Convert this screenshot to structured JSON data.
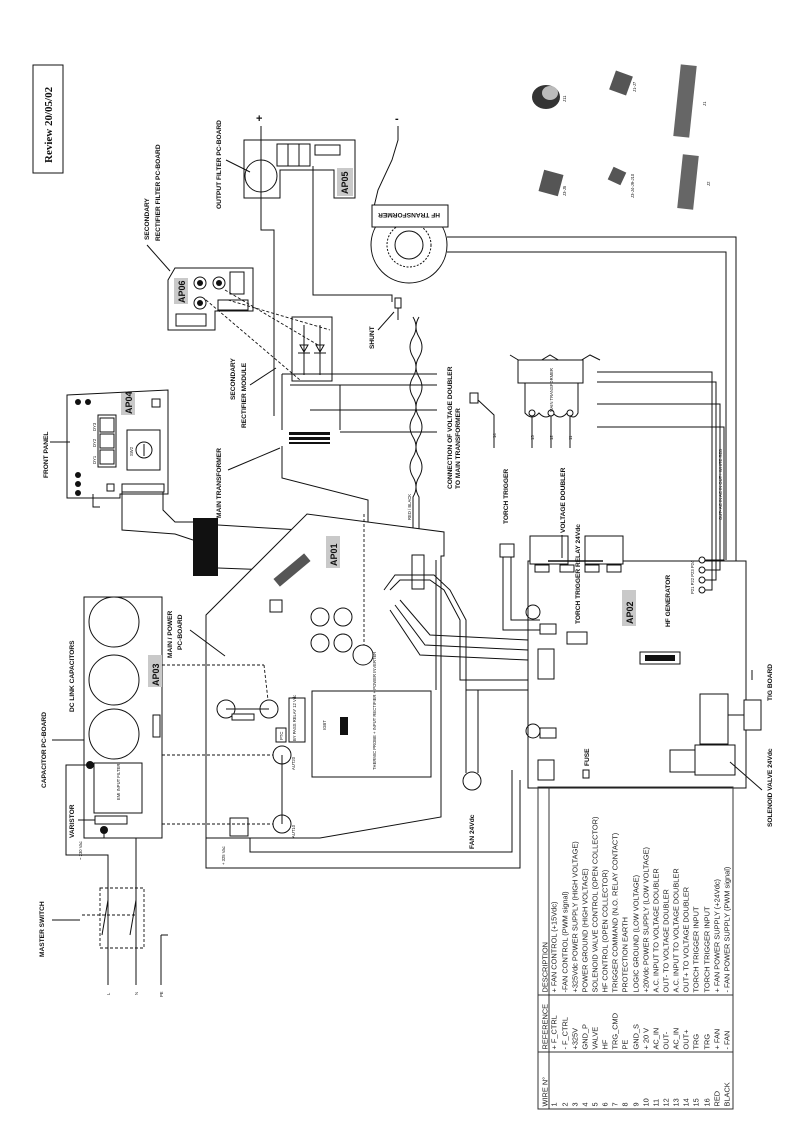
{
  "review": "Review 20/05/02",
  "labels": {
    "output_filter": "OUTPUT FILTER PC-BOARD",
    "sec_rect_filter_1": "SECONDARY",
    "sec_rect_filter_2": "RECTIFIER FILTER PC-BOARD",
    "front_panel": "FRONT PANEL",
    "main_transformer": "MAIN TRANSFORMER",
    "sec_rect_module_1": "SECONDARY",
    "sec_rect_module_2": "RECTIFIER MODULE",
    "shunt": "SHUNT",
    "conn_vd_1": "CONNECTION OF VOLTAGE DOUBLER",
    "conn_vd_2": "TO MAIN TRANSFORMER",
    "main_power_1": "MAIN / POWER",
    "main_power_2": "PC-BOARD",
    "capacitor_board": "CAPACITOR PC-BOARD",
    "dc_link": "DC LINK CAPACITORS",
    "varistor": "VARISTOR",
    "master_switch": "MASTER SWITCH",
    "hf_transformer": "HF TRANSFORMER",
    "voltage_doubler": "VOLTAGE DOUBLER",
    "torch_trigger": "TORCH TRIGGER",
    "torch_trigger_relay": "TORCH TRIGGER RELAY 24Vdc",
    "hf_generator": "HF GENERATOR",
    "tig_board": "TIG BOARD",
    "solenoid_valve": "SOLENOID VALVE 24Vdc",
    "fan": "FAN 24Vdc",
    "fuse": "FUSE",
    "main_transformer_small": "MAIN TRANSFORMER",
    "emi_filter": "EMI INPUT FILTER",
    "igbt_block": "THERMIC PROBE + INPUT RECTIFIER + POWER INVERTER",
    "igbt": "IGBT",
    "v230": "~ 230 Vac",
    "v325": "+ 325 Vac",
    "aut10": "AUT10",
    "aut20": "AUT20",
    "red_black": "RED / BLACK",
    "plus": "+",
    "minus": "-",
    "l": "L",
    "n": "N",
    "pe": "PE",
    "ptc": "PTC",
    "bypass": "BY PASS RELAY 12 Vdc",
    "out_labels": "OUT- AC IN AC IN OUT+ WHITE RED",
    "p_labels": "P21 P22 P23 P24",
    "w13": "13",
    "w12": "12",
    "w11": "11",
    "w14": "14",
    "j11": "J11",
    "j1j7": "J1-J7",
    "j1": "J1",
    "j3j5": "J3-J5",
    "j3j4": "J3-J4-J9-J10",
    "j2": "J2",
    "dy1": "DY1",
    "dy2": "DY2",
    "dy3": "DY3",
    "sw2": "SW2"
  },
  "boards": {
    "ap01": "AP01",
    "ap02": "AP02",
    "ap03": "AP03",
    "ap04": "AP04",
    "ap05": "AP05",
    "ap06": "AP06"
  },
  "wire_table": {
    "headers": {
      "wire": "WIRE N°",
      "reference": "REFERENCE",
      "description": "DESCRIPTION"
    },
    "rows": [
      {
        "wire": "1",
        "reference": "+ F_CTRL",
        "description": "+ FAN CONTROL (+15Vdc)"
      },
      {
        "wire": "2",
        "reference": "- F_CTRL",
        "description": "-FAN CONTROL (PWM signal)"
      },
      {
        "wire": "3",
        "reference": "+325V",
        "description": "+325Vdc POWER SUPPLY (HIGH VOLTAGE)"
      },
      {
        "wire": "4",
        "reference": "GND_P",
        "description": "POWER GROUND (HIGH VOLTAGE)"
      },
      {
        "wire": "5",
        "reference": "VALVE",
        "description": "SOLENOID VALVE CONTROL (OPEN COLLECTOR)"
      },
      {
        "wire": "6",
        "reference": "HF",
        "description": "HF CONTROL (OPEN COLLECTOR)"
      },
      {
        "wire": "7",
        "reference": "TRG_CMD",
        "description": "TRIGGER COMMAND (N.O. RELAY CONTACT)"
      },
      {
        "wire": "8",
        "reference": "PE",
        "description": "PROTECTION EARTH"
      },
      {
        "wire": "9",
        "reference": "GND_S",
        "description": "LOGIC GROUND (LOW VOLTAGE)"
      },
      {
        "wire": "10",
        "reference": "+ 20 V",
        "description": "+20Vdc POWER SUPPLY (LOW VOLTAGE)"
      },
      {
        "wire": "11",
        "reference": "AC_IN",
        "description": "A.C. INPUT TO VOLTAGE DOUBLER"
      },
      {
        "wire": "12",
        "reference": "OUT-",
        "description": "OUT- TO VOLTAGE DOUBLER"
      },
      {
        "wire": "13",
        "reference": "AC_IN",
        "description": "A.C. INPUT TO VOLTAGE DOUBLER"
      },
      {
        "wire": "14",
        "reference": "OUT+",
        "description": "OUT+ TO VOLTAGE DOUBLER"
      },
      {
        "wire": "15",
        "reference": "TRG",
        "description": "TORCH TRIGGER INPUT"
      },
      {
        "wire": "16",
        "reference": "TRG",
        "description": "TORCH TRIGGER INPUT"
      },
      {
        "wire": "RED",
        "reference": "+ FAN",
        "description": "+ FAN POWER SUPPLY (+24Vdc)"
      },
      {
        "wire": "BLACK",
        "reference": "- FAN",
        "description": "- FAN POWER SUPPLY (PWM signal)"
      }
    ]
  }
}
